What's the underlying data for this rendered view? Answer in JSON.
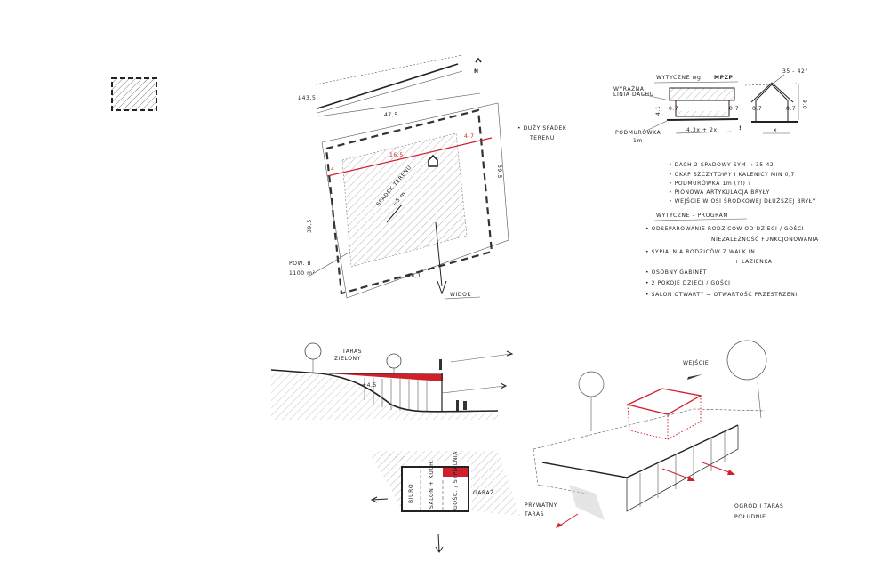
{
  "site_plan": {
    "road_level": "↓43,5",
    "north": "N",
    "top_dim": "47,5",
    "right_dim": "39,5",
    "left_dim": "39,5",
    "bottom_dim": "48,1",
    "setback_left": "4",
    "buildable_width": "16,5",
    "setback_right": "4-7",
    "slope_note": "SPADEK TERENU",
    "slope_value": "~5 m",
    "area_label": "POW. B",
    "area_value": "1100 m²",
    "steep_note_1": "• DUŻY SPADEK",
    "steep_note_2": "TERENU",
    "view_label": "WIDOK"
  },
  "guidelines": {
    "title": "WYTYCZNE wg",
    "title_bold": "MPZP",
    "roof_line_label_1": "WYRAŹNA",
    "roof_line_label_2": "LINIA DACHU",
    "plinth_label": "PODMURÓWKA",
    "plinth_value": "1m",
    "height_dim": "4.1",
    "eave_left": "0.7",
    "eave_right": "0.7",
    "width_dim": "4.3x + 2x",
    "exclaim": "!",
    "roof_angle": "35 - 42°",
    "total_height": "9.0",
    "gable_left": "0.7",
    "gable_right": "0.7",
    "gable_width": "x",
    "bullets": [
      "• DACH 2-SPADOWY SYM → 35-42",
      "• OKAP SZCZYTOWY I KALENICY MIN 0,7",
      "• PODMURÓWKA 1m (?!) ?",
      "• PIONOWA ARTYKULACJA BRYŁY",
      "• WEJŚCIE W OSI ŚRODKOWEJ DŁUŻSZEJ BRYŁY"
    ]
  },
  "program": {
    "title": "WYTYCZNE – PROGRAM",
    "items": [
      "• ODSEPAROWANIE RODZICÓW OD DZIECI / GOŚCI",
      "NIEZALEŻNOŚĆ FUNKCJONOWANIA",
      "• SYPIALNIA RODZICÓW Z WALK IN",
      "+ ŁAZIENKA",
      "• OSOBNY GABINET",
      "• 2 POKOJE DZIECI / GOŚCI",
      "• SALON OTWARTY → OTWARTOŚĆ PRZESTRZENI"
    ]
  },
  "section": {
    "label_1": "TARAS",
    "label_2": "ZIELONY",
    "dim": "+4,5"
  },
  "plan": {
    "room_1": "BIURO",
    "room_2": "SALON + KUCH.",
    "room_3": "GOŚĆ. / SYPIALNIA",
    "garage": "GARAŻ"
  },
  "perspective": {
    "entrance": "WEJŚCIE",
    "private_terrace_1": "PRYWATNY",
    "private_terrace_2": "TARAS",
    "garden_1": "OGRÓD I TARAS",
    "garden_2": "POŁUDNIE"
  },
  "colors": {
    "accent": "#d0202c",
    "ink": "#222222"
  }
}
